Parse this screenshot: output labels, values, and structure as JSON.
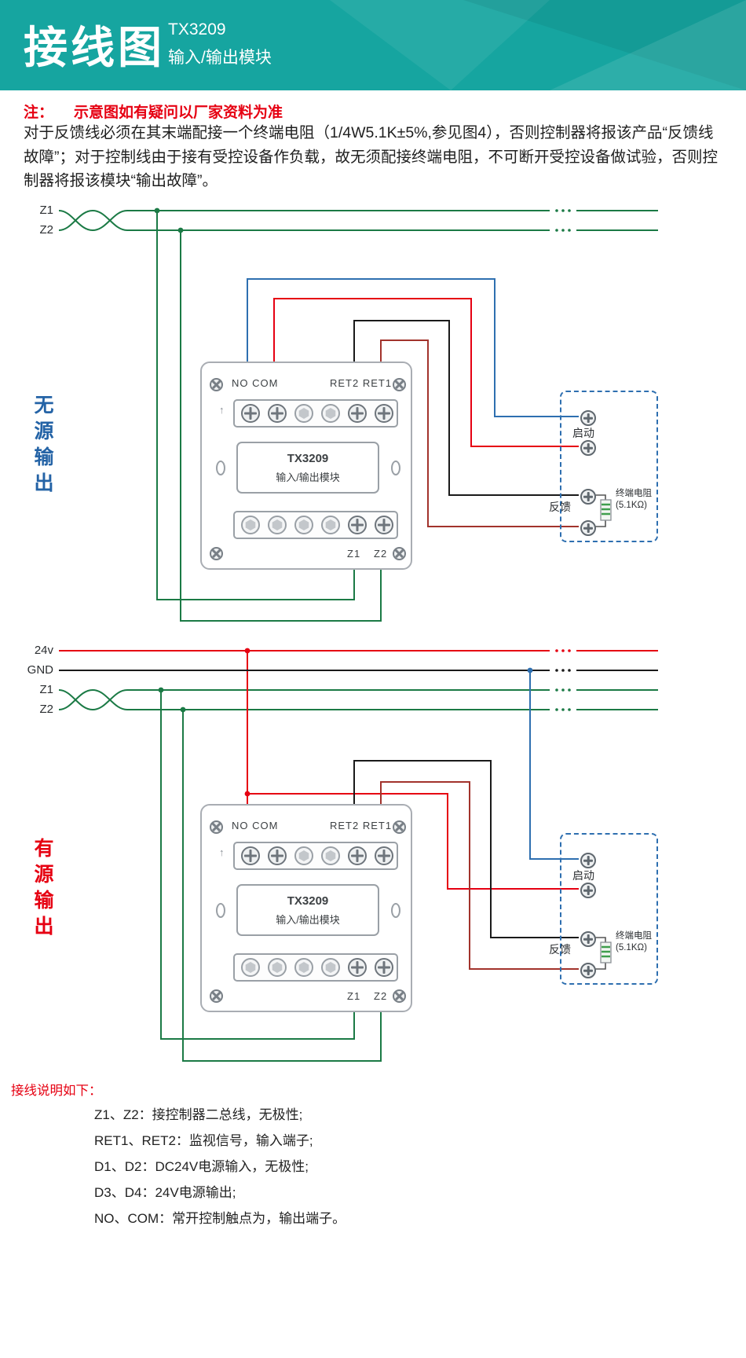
{
  "header": {
    "title": "接线图",
    "model": "TX3209",
    "subtitle": "输入/输出模块"
  },
  "note": {
    "prefix": "注：",
    "text": "示意图如有疑问以厂家资料为准"
  },
  "intro": "对于反馈线必须在其末端配接一个终端电阻（1/4W5.1K±5%,参见图4），否则控制器将报该产品“反馈线故障”；对于控制线由于接有受控设备作负载，故无须配接终端电阻，不可断开受控设备做试验，否则控制器将报该模块“输出故障”。",
  "sections": [
    {
      "label": "无源输出",
      "bus_labels": [
        "Z1",
        "Z2"
      ],
      "module": {
        "model": "TX3209",
        "name": "输入/输出模块",
        "top_left": "NO COM",
        "top_right": "RET2 RET1",
        "bottom_left": "Z1",
        "bottom_right": "Z2"
      },
      "device": {
        "start": "启动",
        "feedback": "反馈",
        "resistor_name": "终端电阻",
        "resistor_value": "(5.1KΩ)"
      }
    },
    {
      "label": "有源输出",
      "bus_labels": [
        "24v",
        "GND",
        "Z1",
        "Z2"
      ],
      "module": {
        "model": "TX3209",
        "name": "输入/输出模块",
        "top_left": "NO COM",
        "top_right": "RET2 RET1",
        "bottom_left": "Z1",
        "bottom_right": "Z2"
      },
      "device": {
        "start": "启动",
        "feedback": "反馈",
        "resistor_name": "终端电阻",
        "resistor_value": "(5.1KΩ)"
      }
    }
  ],
  "legend": {
    "title": "接线说明如下：",
    "items": [
      "Z1、Z2：接控制器二总线，无极性;",
      "RET1、RET2：监视信号，输入端子;",
      "D1、D2：DC24V电源输入，无极性;",
      "D3、D4：24V电源输出;",
      "NO、COM：常开控制触点为，输出端子。"
    ]
  },
  "colors": {
    "header_teal": "#16a5a0",
    "note_red": "#e60012",
    "wire_green": "#1b7a45",
    "wire_blue": "#2e6fb0",
    "wire_red": "#e60012",
    "wire_dark_red": "#a2332c",
    "wire_black": "#1a1a1a",
    "passive_label_blue": "#2463a6",
    "device_box_blue": "#2e6fb0"
  }
}
